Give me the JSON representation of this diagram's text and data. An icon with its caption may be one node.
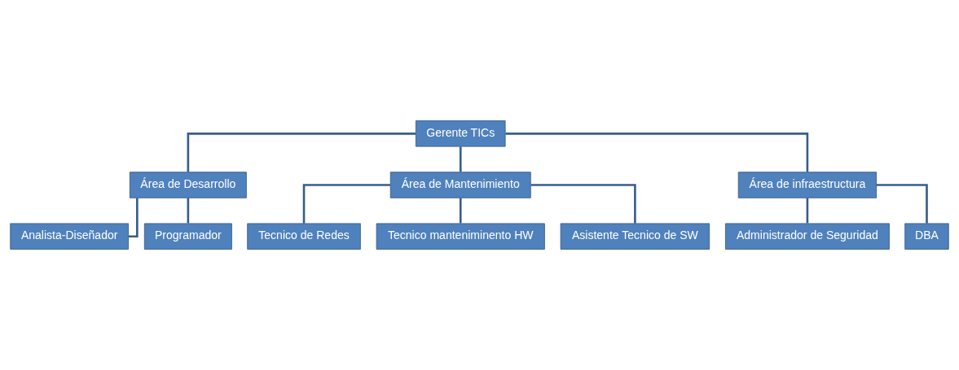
{
  "diagram": {
    "nodes": [
      {
        "text": [
          "Gerente TICs"
        ]
      },
      {
        "text": [
          "Área de Desarrollo"
        ]
      },
      {
        "text": [
          "Área de Mantenimiento"
        ]
      },
      {
        "text": [
          "Área de infraestructura"
        ]
      },
      {
        "text": [
          "Analista-Diseñador"
        ]
      },
      {
        "text": [
          "Programador"
        ]
      },
      {
        "text": [
          "Tecnico de Redes"
        ]
      },
      {
        "text": [
          "Tecnico manteniminento HW"
        ]
      },
      {
        "text": [
          "Asistente Tecnico de SW"
        ]
      },
      {
        "text": [
          "Administrador de Seguridad"
        ]
      },
      {
        "text": [
          "DBA"
        ]
      }
    ],
    "edges": [
      {
        "from": 0,
        "to": 1,
        "arrow": "none"
      },
      {
        "from": 0,
        "to": 2,
        "arrow": "none"
      },
      {
        "from": 0,
        "to": 3,
        "arrow": "none"
      },
      {
        "from": 1,
        "to": 4,
        "arrow": "none"
      },
      {
        "from": 1,
        "to": 5,
        "arrow": "none"
      },
      {
        "from": 2,
        "to": 6,
        "arrow": "none"
      },
      {
        "from": 2,
        "to": 7,
        "arrow": "none"
      },
      {
        "from": 2,
        "to": 8,
        "arrow": "none"
      },
      {
        "from": 3,
        "to": 9,
        "arrow": "none"
      },
      {
        "from": 3,
        "to": 10,
        "arrow": "none"
      }
    ]
  }
}
